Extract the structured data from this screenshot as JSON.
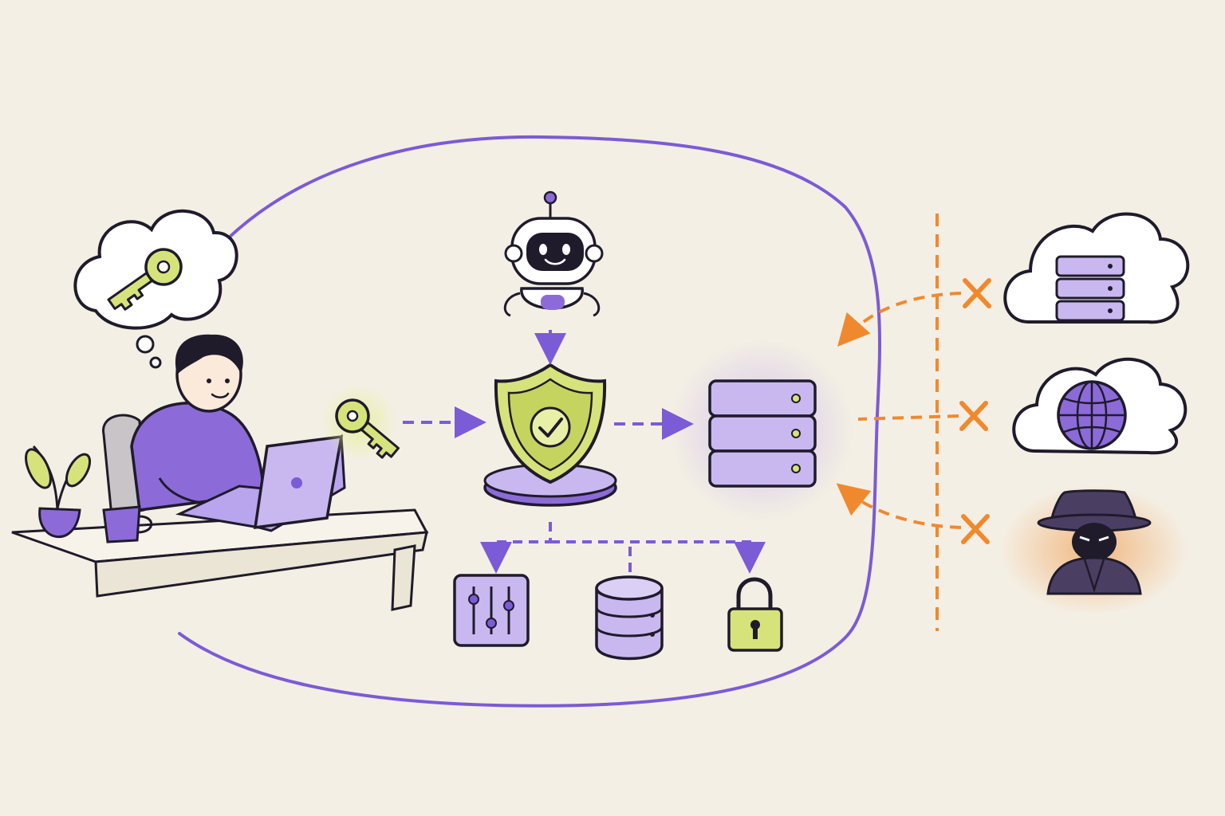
{
  "colors": {
    "background": "#f4efe4",
    "purple": "#7b5bd6",
    "purple_light": "#c9b8f0",
    "purple_fill": "#b9a4ee",
    "lime": "#d6e37a",
    "orange": "#f0892e",
    "ink": "#1f1b2b"
  },
  "nodes": [
    {
      "id": "user",
      "icon": "developer-at-laptop-icon"
    },
    {
      "id": "thought",
      "icon": "key-thought-cloud-icon"
    },
    {
      "id": "key",
      "icon": "api-key-icon"
    },
    {
      "id": "agent",
      "icon": "robot-agent-icon"
    },
    {
      "id": "gateway",
      "icon": "shield-check-icon"
    },
    {
      "id": "server",
      "icon": "server-icon"
    },
    {
      "id": "controls",
      "icon": "sliders-icon"
    },
    {
      "id": "database",
      "icon": "database-icon"
    },
    {
      "id": "secrets",
      "icon": "padlock-icon"
    },
    {
      "id": "cloud-server",
      "icon": "cloud-server-icon"
    },
    {
      "id": "cloud-web",
      "icon": "cloud-globe-icon"
    },
    {
      "id": "attacker",
      "icon": "spy-icon"
    }
  ],
  "edges": [
    {
      "from": "key",
      "to": "gateway",
      "style": "dashed"
    },
    {
      "from": "agent",
      "to": "gateway",
      "style": "solid"
    },
    {
      "from": "gateway",
      "to": "server",
      "style": "dashed"
    },
    {
      "from": "gateway",
      "to": "controls",
      "style": "dashed"
    },
    {
      "from": "gateway",
      "to": "database",
      "style": "dashed"
    },
    {
      "from": "gateway",
      "to": "secrets",
      "style": "dashed"
    },
    {
      "from": "cloud-server",
      "to": "server",
      "style": "dashed",
      "blocked": true
    },
    {
      "from": "cloud-web",
      "to": "server",
      "style": "dashed",
      "blocked": true
    },
    {
      "from": "attacker",
      "to": "server",
      "style": "dashed",
      "blocked": true
    }
  ]
}
